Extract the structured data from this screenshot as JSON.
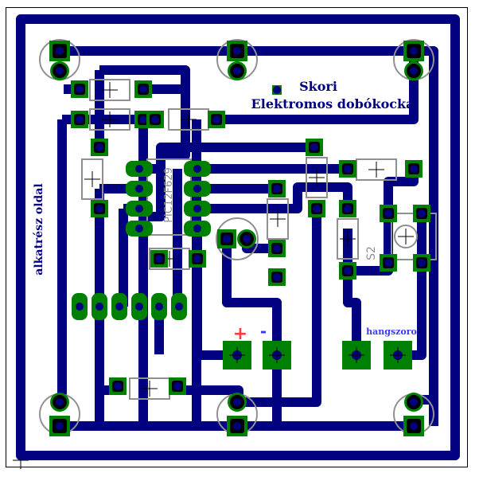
{
  "board": {
    "title_line1": "Skori",
    "title_line2": "Elektromos dobókocka",
    "side_label": "alkatrész oldal",
    "ic_label": "PIC12F629",
    "switch_label": "S2",
    "power_plus": "+",
    "power_minus": "-",
    "speaker_label": "hangszoro"
  },
  "colors": {
    "trace": "#000080",
    "pad": "#008000",
    "pad_mask": "#000000",
    "drill": "#000080",
    "silkscreen": "#909090",
    "plus_sign": "#ff3b3b",
    "minus_sign": "#3a3aff",
    "background": "#ffffff",
    "outline": "#000000"
  }
}
